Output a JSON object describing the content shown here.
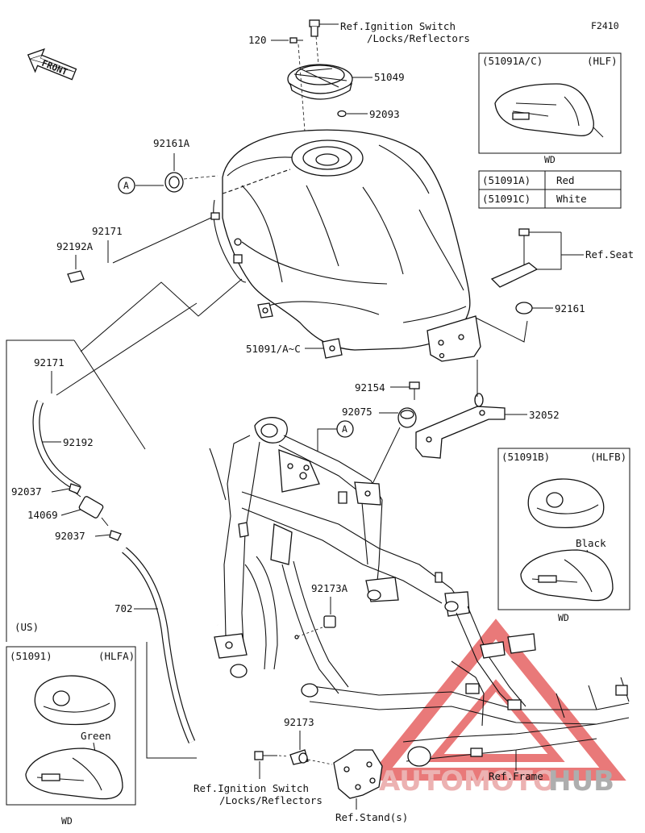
{
  "figure_code": "F2410",
  "front_label": "FRONT",
  "callouts": {
    "ref_ign_top_1": "Ref.Ignition Switch",
    "ref_ign_top_2": "/Locks/Reflectors",
    "p120": "120",
    "p51049": "51049",
    "p92093": "92093",
    "p92161A": "92161A",
    "markA1": "A",
    "markA2": "A",
    "p92171a": "92171",
    "p92192A": "92192A",
    "p92171b": "92171",
    "p92192": "92192",
    "p92037a": "92037",
    "p14069": "14069",
    "p92037b": "92037",
    "p702": "702",
    "us": "(US)",
    "p51091AC_tank": "51091/A~C",
    "ref_seat": "Ref.Seat",
    "p92161": "92161",
    "p92154": "92154",
    "p92075": "92075",
    "p32052": "32052",
    "p92173A": "92173A",
    "p92173": "92173",
    "ref_ign_bot_1": "Ref.Ignition Switch",
    "ref_ign_bot_2": "/Locks/Reflectors",
    "ref_stand": "Ref.Stand(s)",
    "ref_frame": "Ref.Frame"
  },
  "inset_hlf": {
    "code": "(51091A/C)",
    "variant": "(HLF)",
    "caption": "WD"
  },
  "color_table": [
    {
      "code": "(51091A)",
      "color": "Red"
    },
    {
      "code": "(51091C)",
      "color": "White"
    }
  ],
  "inset_hlfb": {
    "code": "(51091B)",
    "variant": "(HLFB)",
    "color": "Black",
    "caption": "WD"
  },
  "inset_hlfa": {
    "code": "(51091)",
    "variant": "(HLFA)",
    "color": "Green",
    "caption": "WD"
  },
  "watermark": {
    "word1": "AUTOMOTO",
    "word2": "HUB",
    "color_red": "#e03a3a",
    "color_gray": "#8c8c8c"
  }
}
